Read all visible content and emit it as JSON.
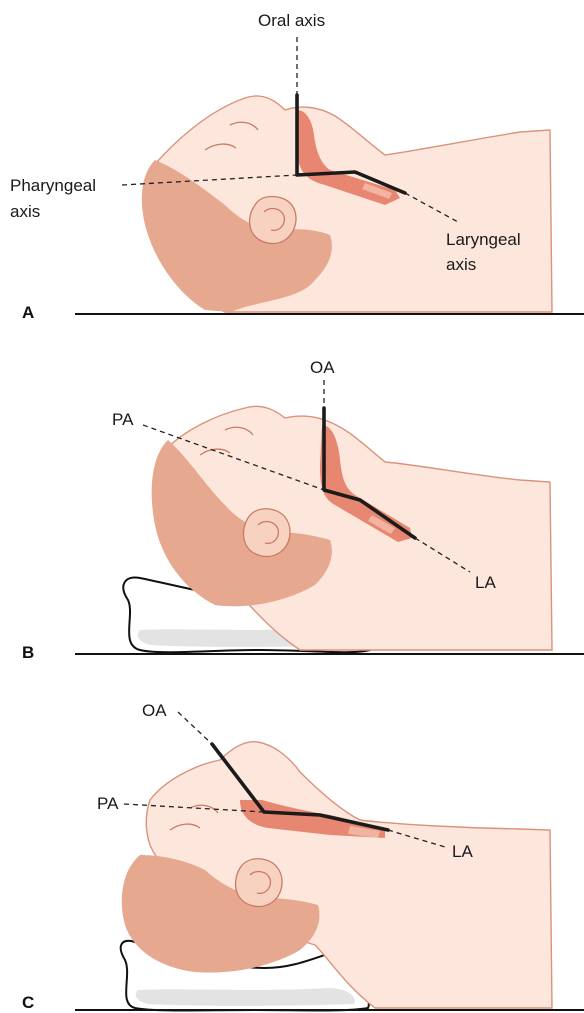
{
  "panels": [
    {
      "letter": "A",
      "labels": {
        "oral": "Oral axis",
        "pharyngeal_line1": "Pharyngeal",
        "pharyngeal_line2": "axis",
        "laryngeal_line1": "Laryngeal",
        "laryngeal_line2": "axis"
      }
    },
    {
      "letter": "B",
      "labels": {
        "oral": "OA",
        "pharyngeal": "PA",
        "laryngeal": "LA"
      }
    },
    {
      "letter": "C",
      "labels": {
        "oral": "OA",
        "pharyngeal": "PA",
        "laryngeal": "LA"
      }
    }
  ],
  "colors": {
    "skin": "#fde7dc",
    "skin_outline": "#d9937c",
    "hair": "#e6a88f",
    "airway": "#e4765e",
    "axis_line": "#1b1b1b"
  }
}
